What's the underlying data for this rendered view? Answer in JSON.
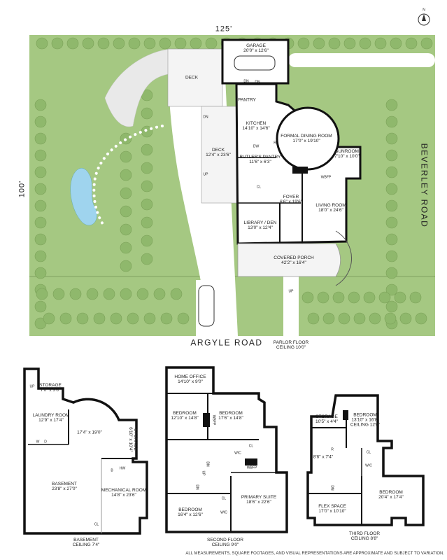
{
  "site": {
    "width_label": "125'",
    "depth_label": "100'",
    "street_right": "BEVERLEY ROAD",
    "street_bottom": "ARGYLE ROAD",
    "compass_label": "N"
  },
  "colors": {
    "lawn": "#a5c882",
    "tree": "#8fb86c",
    "wall": "#111111",
    "window": "#c8c8c8",
    "deck": "#f2f2f2"
  },
  "parlor_floor": {
    "title": "PARLOR FLOOR",
    "ceiling": "CEILING 10'0\"",
    "rooms": [
      {
        "name": "GARAGE",
        "dims": "20'0\" x 12'6\""
      },
      {
        "name": "DECK",
        "dims": ""
      },
      {
        "name": "PANTRY",
        "dims": ""
      },
      {
        "name": "KITCHEN",
        "dims": "14'10\" x 14'6\""
      },
      {
        "name": "FORMAL DINING ROOM",
        "dims": "17'0\" x 19'10\""
      },
      {
        "name": "DECK",
        "dims": "12'4\" x 23'6\""
      },
      {
        "name": "BUTLER'S PANTRY",
        "dims": "11'6\" x 6'3\""
      },
      {
        "name": "SUNROOM",
        "dims": "7'10\" x 10'0\""
      },
      {
        "name": "FOYER",
        "dims": "6'6\" x 19'6\""
      },
      {
        "name": "LIVING ROOM",
        "dims": "18'0\" x 24'6\""
      },
      {
        "name": "LIBRARY / DEN",
        "dims": "13'0\" x 12'4\""
      },
      {
        "name": "COVERED PORCH",
        "dims": "42'2\" x 16'4\""
      }
    ],
    "marks": [
      "DN",
      "DN",
      "DN",
      "DW",
      "R",
      "WBFP",
      "CL",
      "UP",
      "UP"
    ]
  },
  "basement": {
    "title": "BASEMENT",
    "ceiling": "CEILING 7'4\"",
    "rooms": [
      {
        "name": "STORAGE",
        "dims": "7'0\" x 3'6\""
      },
      {
        "name": "LAUNDRY ROOM",
        "dims": "12'9\" x 17'4\""
      },
      {
        "name": "",
        "dims": "17'4\" x 19'0\""
      },
      {
        "name": "STORAGE",
        "dims": "6'10\" x 10'4\""
      },
      {
        "name": "BASEMENT",
        "dims": "23'8\" x 27'0\""
      },
      {
        "name": "MECHANICAL ROOM",
        "dims": "14'8\" x 23'6\""
      }
    ],
    "marks": [
      "UP",
      "W",
      "D",
      "B",
      "HW",
      "CL"
    ]
  },
  "second_floor": {
    "title": "SECOND FLOOR",
    "ceiling": "CEILING 9'0\"",
    "rooms": [
      {
        "name": "HOME OFFICE",
        "dims": "14'10\" x 9'0\""
      },
      {
        "name": "BEDROOM",
        "dims": "12'10\" x 14'8\""
      },
      {
        "name": "BEDROOM",
        "dims": "17'6\" x 14'8\""
      },
      {
        "name": "PRIMARY SUITE",
        "dims": "18'6\" x 22'6\""
      },
      {
        "name": "BEDROOM",
        "dims": "16'4\" x 12'6\""
      }
    ],
    "marks": [
      "WBFP",
      "WBFP",
      "CL",
      "WIC",
      "CL",
      "WIC",
      "DN",
      "UP",
      "DN"
    ]
  },
  "third_floor": {
    "title": "THIRD FLOOR",
    "ceiling": "CEILING 8'8\"",
    "rooms": [
      {
        "name": "STORAGE",
        "dims": "10'5\" x 4'4\""
      },
      {
        "name": "BEDROOM",
        "dims": "13'10\" x 16'8\"",
        "note": "CEILING 12'6\""
      },
      {
        "name": "",
        "dims": "8'6\" x 7'4\""
      },
      {
        "name": "BEDROOM",
        "dims": "20'4\" x 17'4\""
      },
      {
        "name": "FLEX SPACE",
        "dims": "17'0\" x 10'10\""
      }
    ],
    "marks": [
      "CL",
      "WIC",
      "R",
      "DN"
    ]
  },
  "disclaimer": "ALL MEASUREMENTS, SQUARE FOOTAGES, AND VISUAL REPRESENTATIONS ARE APPROXIMATE AND SUBJECT TO VARIATION."
}
